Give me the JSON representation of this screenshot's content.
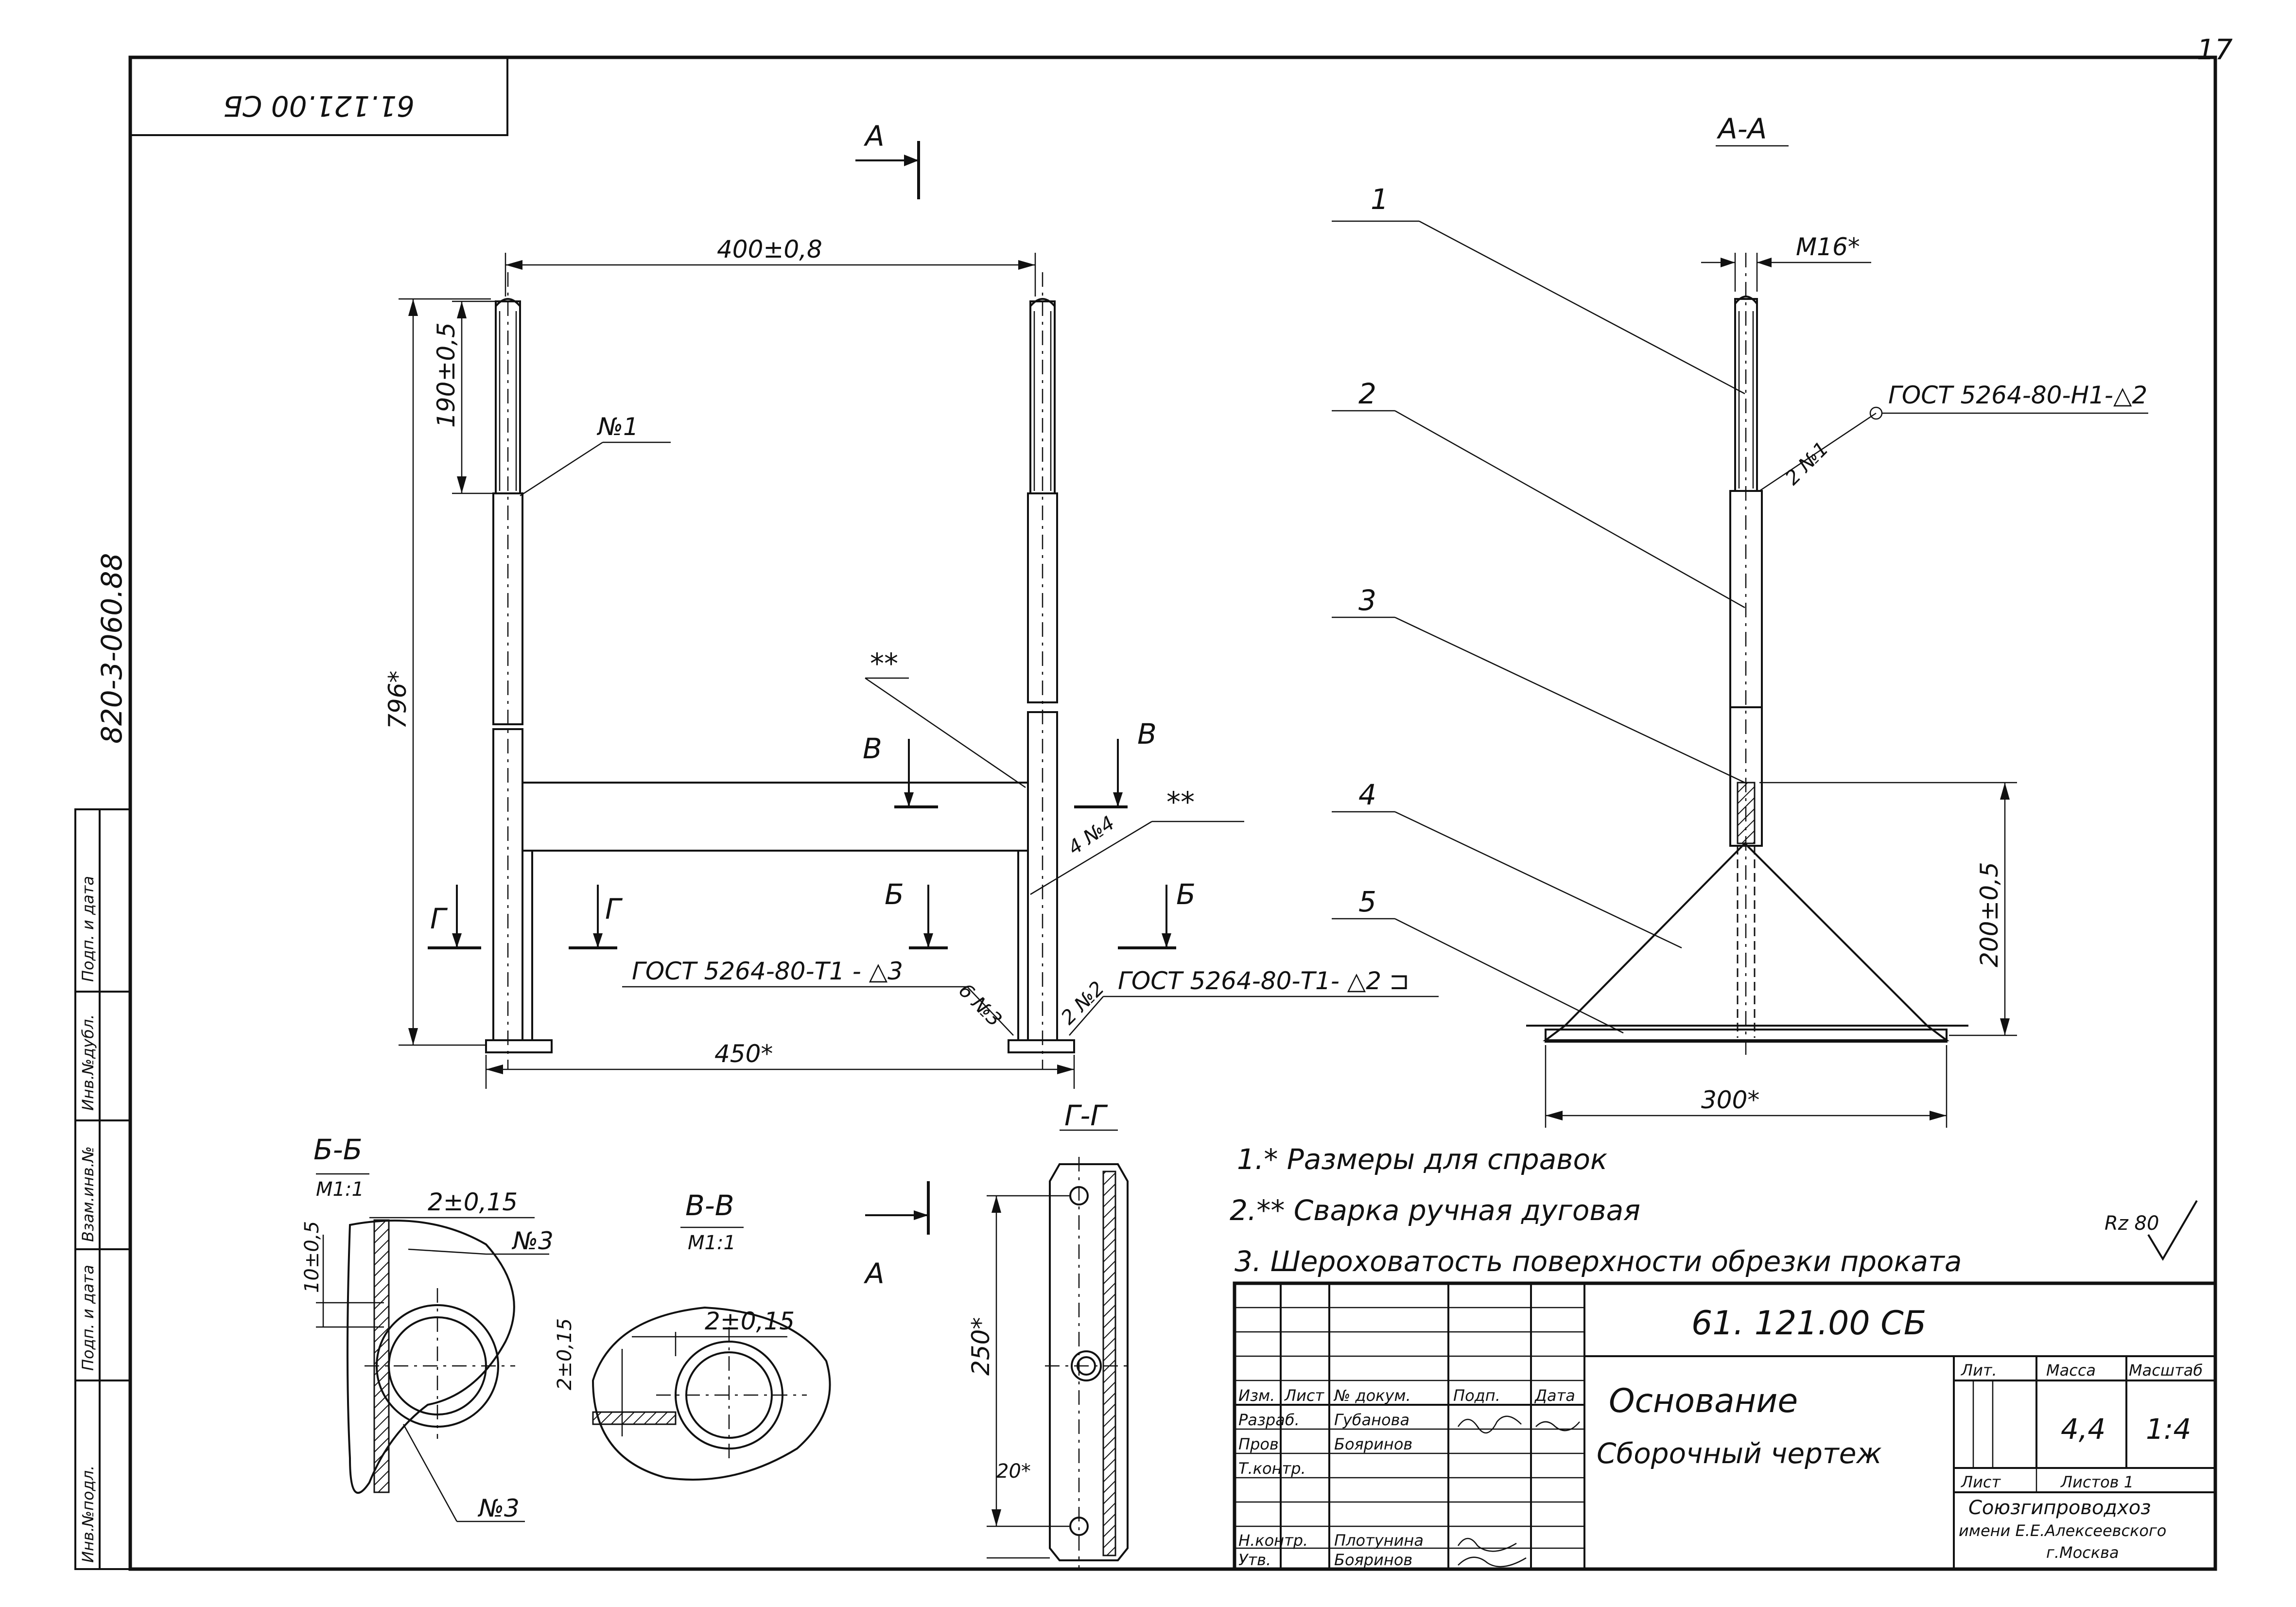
{
  "sheet": {
    "page_number": "17",
    "code_rotated_top": "61.121.00 СБ",
    "series_side": "820-3-060.88"
  },
  "side_stamp": {
    "cells": [
      "Инв.№подл.",
      "Подп. и дата",
      "Взам.инв.№",
      "Инв.№дубл.",
      "Подп. и дата"
    ]
  },
  "front_view": {
    "section_mark": "A",
    "dim_top": "400±0,8",
    "dim_thread": "190±0,5",
    "dim_height": "796*",
    "dim_base": "450*",
    "weld_label_1": "№1",
    "weld_label_star": "**",
    "weld_label_star_2": "**",
    "weld_label_4": "4 №4",
    "weld_label_3": "6 №3",
    "weld_label_2": "2 №2",
    "gost_left": "ГОСТ 5264-80-Т1 - △3",
    "gost_right": "ГОСТ 5264-80-Т1- △2 ⊐",
    "cut_B_left": "В",
    "cut_B_right": "В",
    "cut_G_left": "Г",
    "cut_G_right": "Г",
    "cut_6_left": "Б",
    "cut_6_right": "Б"
  },
  "side_view": {
    "title": "А-А",
    "thread": "M16*",
    "gost_top": "ГОСТ 5264-80-Н1-△2",
    "weld_label_1": "2 №1",
    "dim_height": "200±0,5",
    "dim_base": "300*",
    "leaders": [
      "1",
      "2",
      "3",
      "4",
      "5"
    ]
  },
  "section_b": {
    "title": "Б-Б",
    "scale": "М1:1",
    "dim_gap": "2±0,15",
    "dim_height": "10±0,5",
    "label_top": "№3",
    "label_bottom": "№3"
  },
  "section_v": {
    "title": "В-В",
    "scale": "М1:1",
    "dim_gap": "2±0,15",
    "dim_side": "2±0,15"
  },
  "section_g": {
    "title": "Г-Г",
    "dim_length": "250*",
    "dim_edge": "20*",
    "mark": "A"
  },
  "notes": [
    "1.* Размеры для справок",
    "2.** Сварка ручная дуговая",
    "3. Шероховатость поверхности обрезки проката"
  ],
  "roughness": "Rz 80",
  "title_block": {
    "doc_code": "61. 121.00 СБ",
    "name_line1": "Основание",
    "name_line2": "Сборочный чертеж",
    "header_cols": [
      "Изм.",
      "Лист",
      "№ докум.",
      "Подп.",
      "Дата"
    ],
    "rows": [
      {
        "role": "Разраб.",
        "name": "Губанова"
      },
      {
        "role": "Пров.",
        "name": "Бояринов"
      },
      {
        "role": "Т.контр.",
        "name": ""
      },
      {
        "role": "Н.контр.",
        "name": "Плотунина"
      },
      {
        "role": "Утв.",
        "name": "Бояринов"
      }
    ],
    "lit_label": "Лит.",
    "mass_label": "Масса",
    "scale_label": "Масштаб",
    "mass": "4,4",
    "scale": "1:4",
    "sheet_label": "Лист",
    "sheets_label": "Листов 1",
    "org_line1": "Союзгипроводхоз",
    "org_line2": "имени Е.Е.Алексеевского",
    "org_line3": "г.Москва"
  }
}
